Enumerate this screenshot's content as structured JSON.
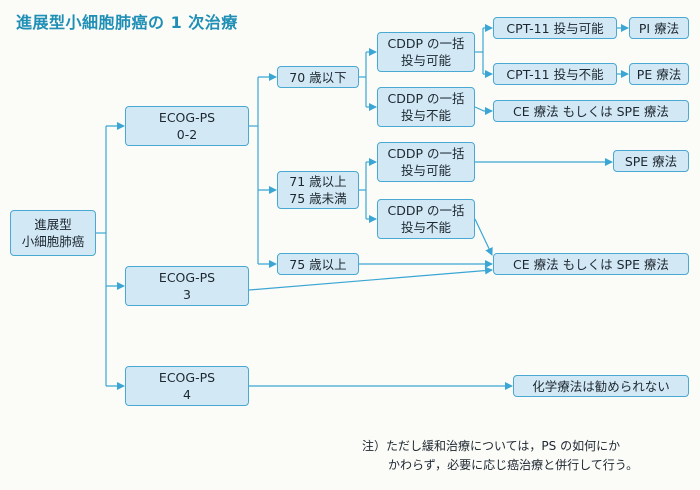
{
  "title": "進展型小細胞肺癌の 1 次治療",
  "colors": {
    "accent": "#1f8fb6",
    "box_fill": "#d2e9f5",
    "box_border": "#4aa9d2",
    "line": "#3ba6d4"
  },
  "nodes": {
    "root": [
      "進展型",
      "小細胞肺癌"
    ],
    "ecog_02": [
      "ECOG-PS",
      "0-2"
    ],
    "ecog_3": [
      "ECOG-PS",
      "3"
    ],
    "ecog_4": [
      "ECOG-PS",
      "4"
    ],
    "age_70_under": [
      "70 歳以下"
    ],
    "age_71_74": [
      "71 歳以上",
      "75 歳未満"
    ],
    "age_75_over": [
      "75 歳以上"
    ],
    "cddp_ok_a": [
      "CDDP の一括",
      "投与可能"
    ],
    "cddp_ng_a": [
      "CDDP の一括",
      "投与不能"
    ],
    "cddp_ok_b": [
      "CDDP の一括",
      "投与可能"
    ],
    "cddp_ng_b": [
      "CDDP の一括",
      "投与不能"
    ],
    "cpt_ok": [
      "CPT-11 投与可能"
    ],
    "cpt_ng": [
      "CPT-11 投与不能"
    ],
    "pi": [
      "PI 療法"
    ],
    "pe": [
      "PE 療法"
    ],
    "ce_spe_1": [
      "CE 療法 もしくは SPE 療法"
    ],
    "spe": [
      "SPE 療法"
    ],
    "ce_spe_2": [
      "CE 療法 もしくは SPE 療法"
    ],
    "no_chemo": [
      "化学療法は勧められない"
    ]
  },
  "note": [
    "注）ただし緩和治療については，PS の如何にか",
    "かわらず，必要に応じ癌治療と併行して行う。"
  ]
}
